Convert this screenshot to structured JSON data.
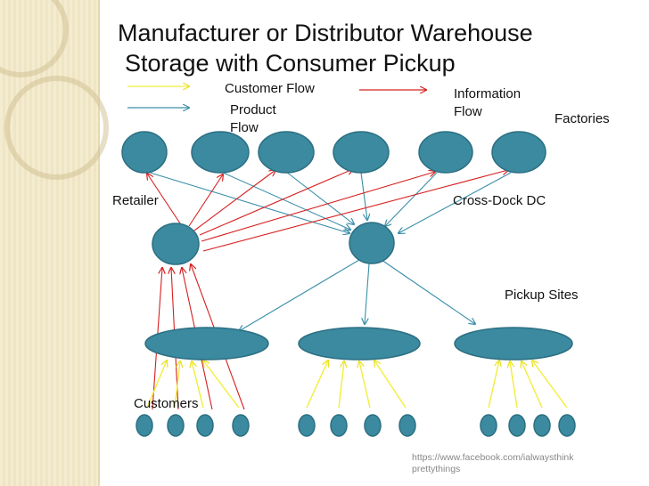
{
  "title": {
    "line1": "Manufacturer or Distributor Warehouse",
    "line2": "Storage with Consumer Pickup"
  },
  "legend": {
    "customer_flow": "Customer Flow",
    "product_flow_line1": "Product",
    "product_flow_line2": "Flow",
    "information_flow_line1": "Information",
    "information_flow_line2": "Flow"
  },
  "labels": {
    "factories": "Factories",
    "retailer": "Retailer",
    "cross_dock": "Cross-Dock DC",
    "pickup_sites": "Pickup Sites",
    "customers": "Customers"
  },
  "credit": {
    "line1": "https://www.facebook.com/ialwaysthink",
    "line2": "prettythings"
  },
  "colors": {
    "node": "#3b8aa0",
    "node_stroke": "#2c6f82",
    "customer_flow": "#f2ee3a",
    "information_flow": "#d62020",
    "product_flow": "#3a8fa8",
    "sidebar": "#f4ecd0"
  }
}
